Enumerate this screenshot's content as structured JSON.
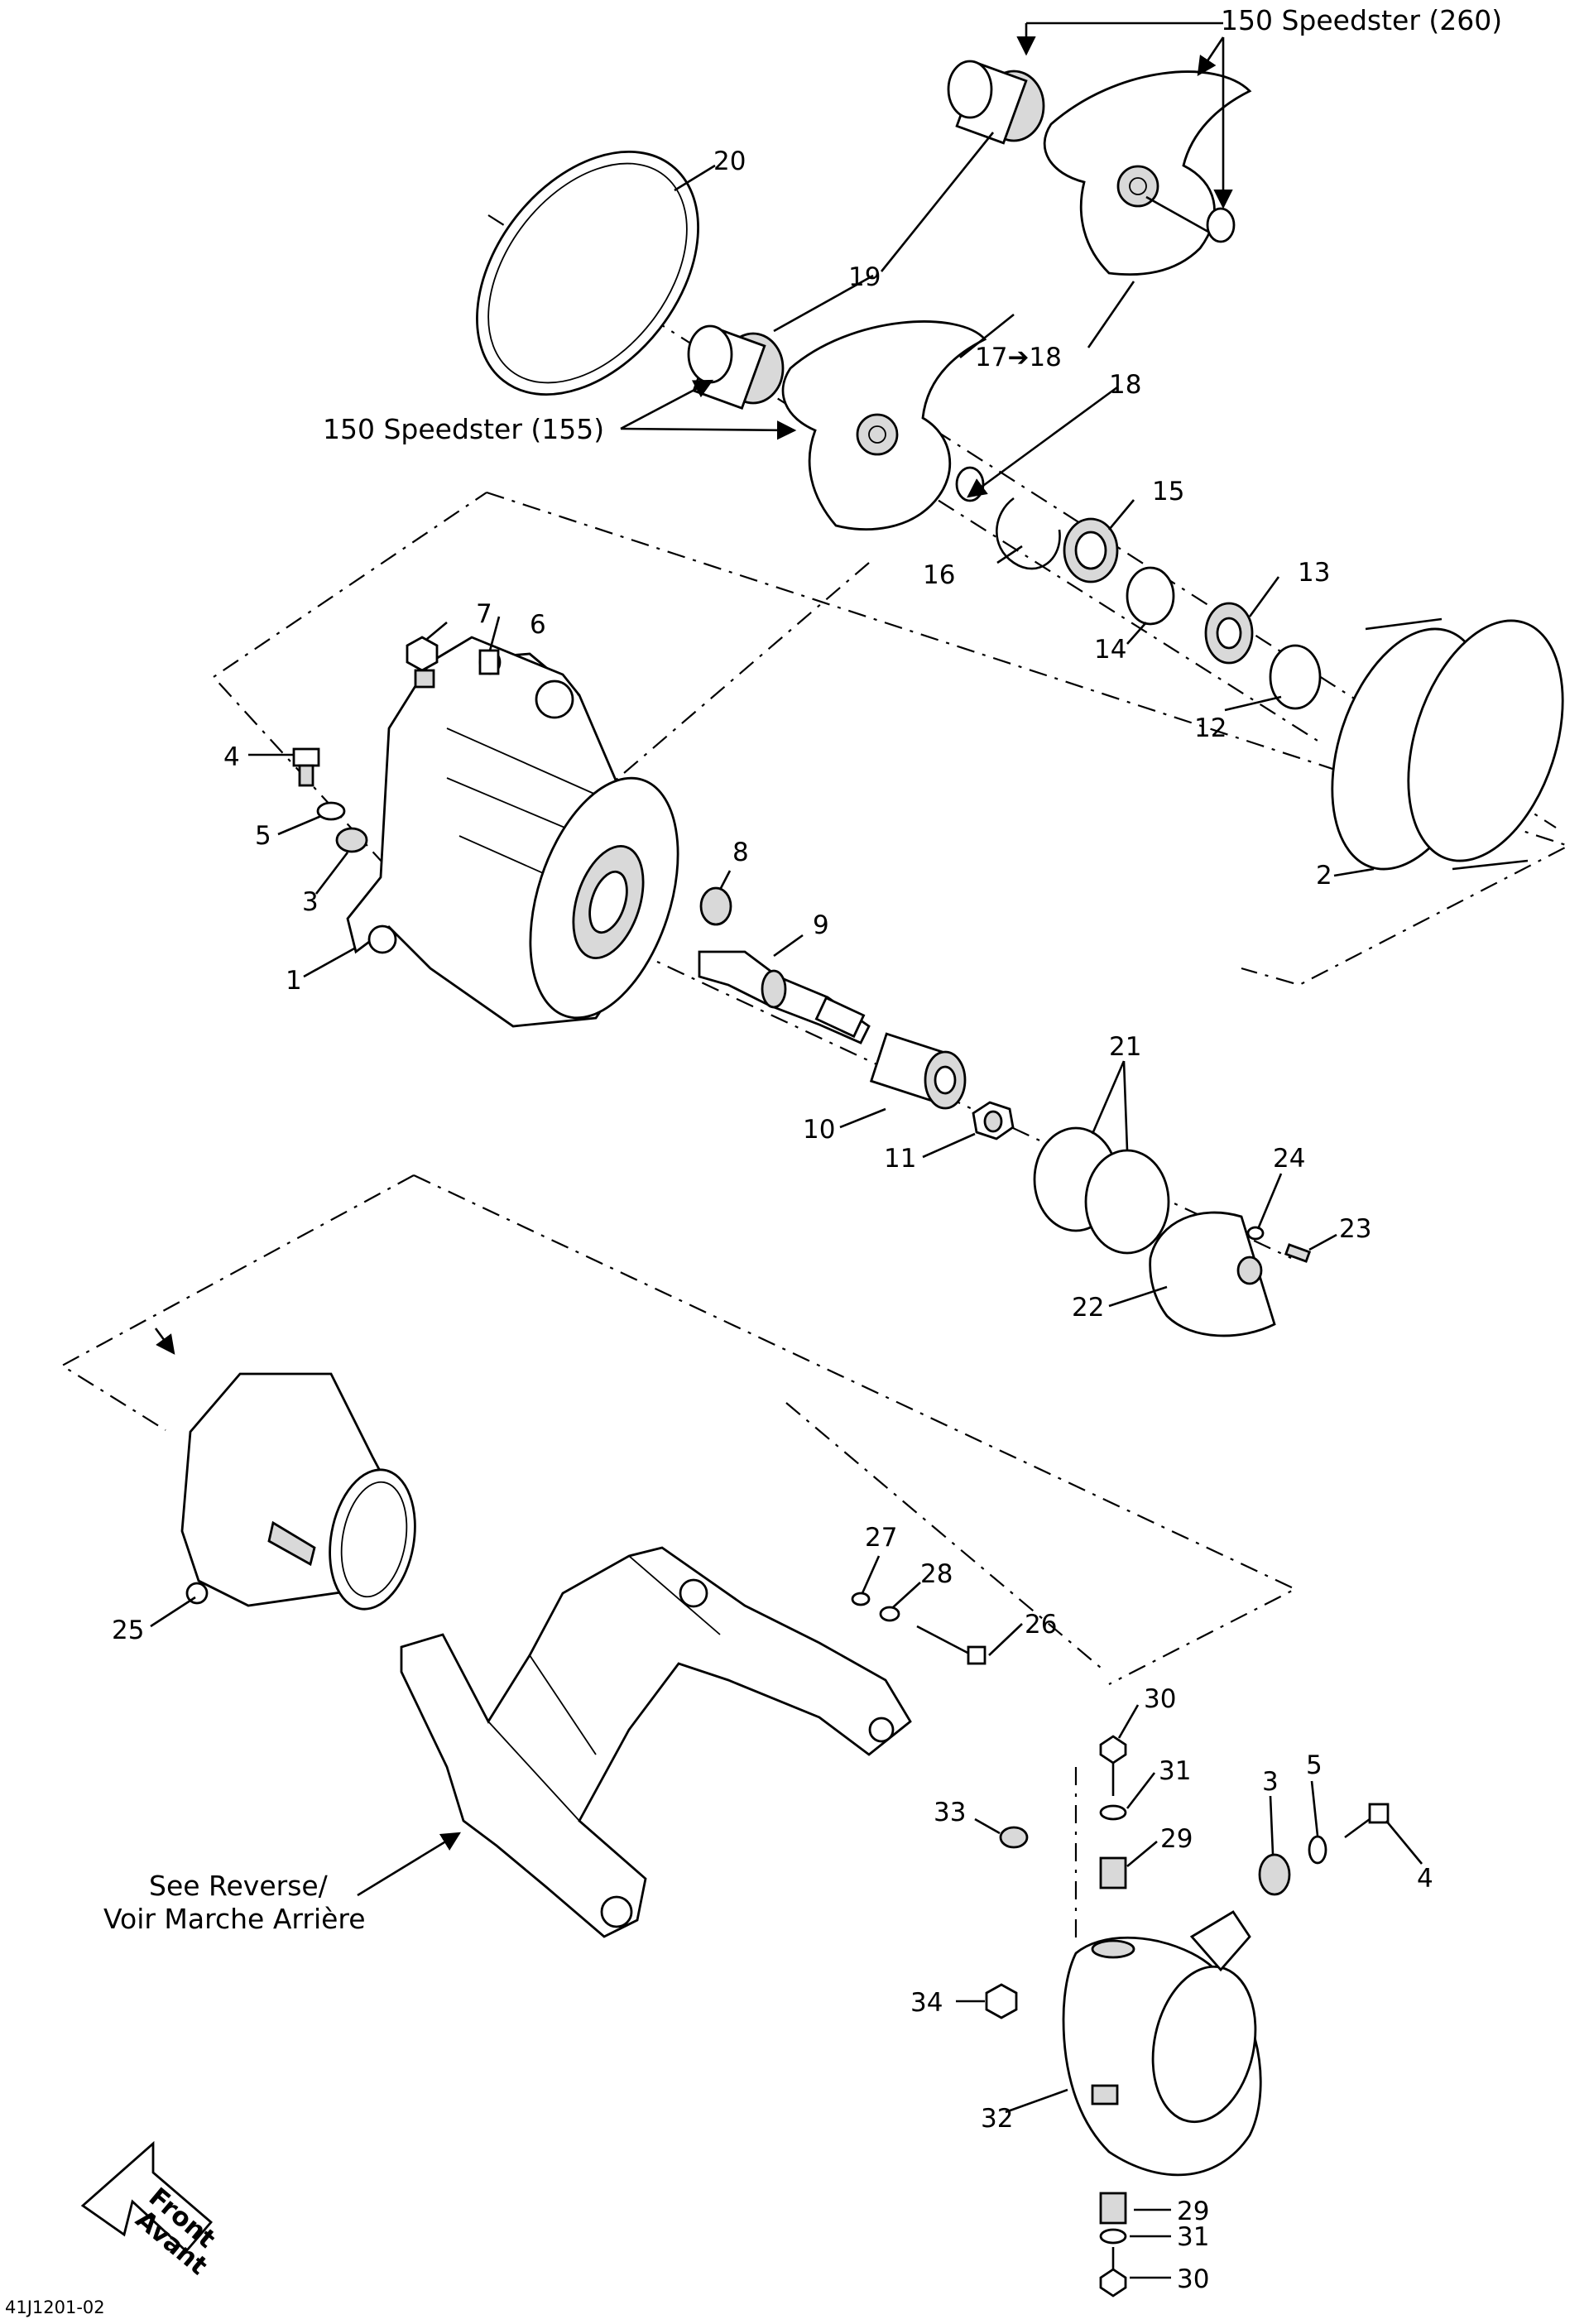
{
  "diagram": {
    "reference_code": "41J1201-02",
    "notes": {
      "speedster_260": "150 Speedster (260)",
      "speedster_155": "150 Speedster (155)",
      "see_reverse_line1": "See Reverse/",
      "see_reverse_line2": "Voir Marche Arrière",
      "front_line1": "Front",
      "front_line2": "Avant"
    },
    "callouts": {
      "c1": "1",
      "c2": "2",
      "c3a": "3",
      "c3b": "3",
      "c4a": "4",
      "c4b": "4",
      "c5a": "5",
      "c5b": "5",
      "c6": "6",
      "c7": "7",
      "c8": "8",
      "c9": "9",
      "c10": "10",
      "c11": "11",
      "c12": "12",
      "c13": "13",
      "c14": "14",
      "c15": "15",
      "c16": "16",
      "c17": "17➔18",
      "c18a": "18",
      "c19": "19",
      "c20": "20",
      "c21": "21",
      "c22": "22",
      "c23": "23",
      "c24": "24",
      "c25": "25",
      "c26": "26",
      "c27": "27",
      "c28": "28",
      "c29a": "29",
      "c29b": "29",
      "c30a": "30",
      "c30b": "30",
      "c31a": "31",
      "c31b": "31",
      "c32": "32",
      "c33": "33",
      "c34": "34"
    }
  }
}
